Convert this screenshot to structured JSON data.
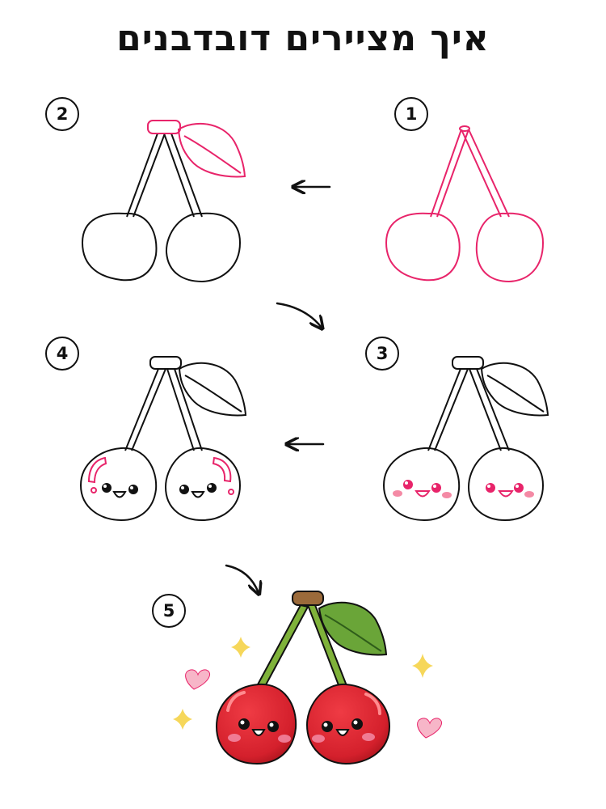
{
  "title": "איך מציירים דובדבנים",
  "steps": [
    {
      "number": "1"
    },
    {
      "number": "2"
    },
    {
      "number": "3"
    },
    {
      "number": "4"
    },
    {
      "number": "5"
    }
  ],
  "colors": {
    "guide_pink": "#e8246a",
    "outline": "#111111",
    "cherry_red": "#d9232f",
    "cherry_shadow": "#b0161f",
    "stem_green": "#7fb23a",
    "leaf_green": "#6aa538",
    "stem_brown": "#9b6a3a",
    "blush_pink": "#f48aa5",
    "heart_pink": "#f7b6c8",
    "sparkle_yellow": "#f6d75a"
  }
}
